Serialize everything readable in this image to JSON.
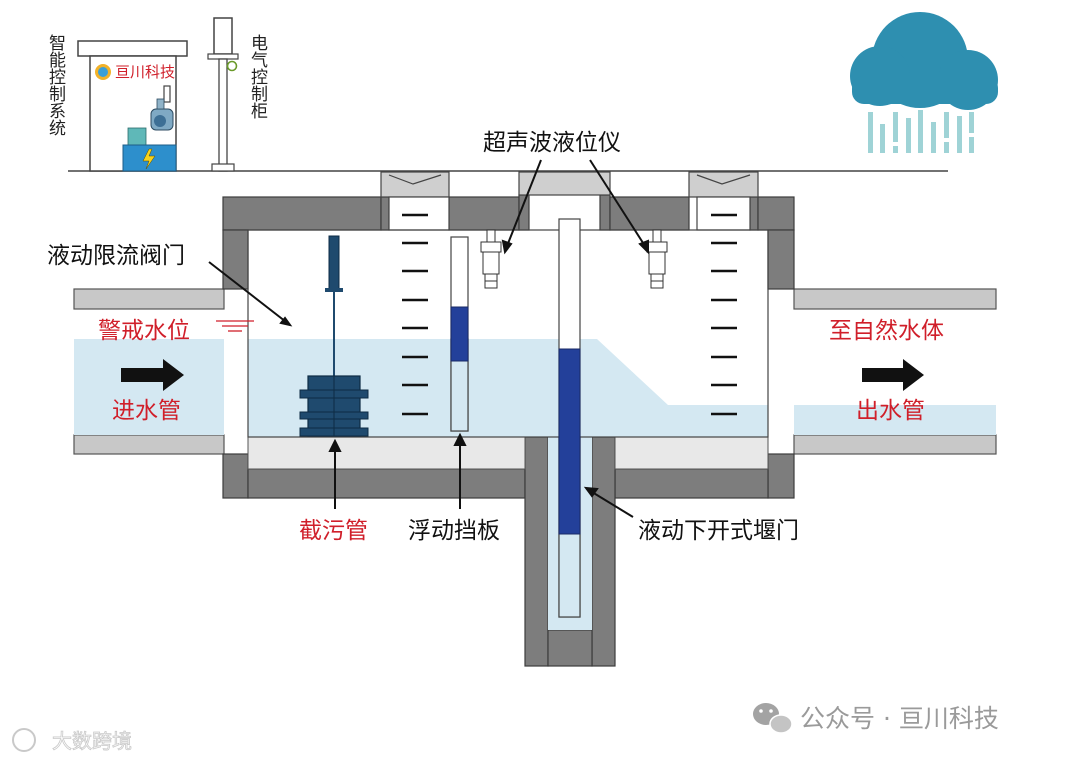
{
  "labels": {
    "smart_control": "智能控制系统",
    "electric_cabinet": "电气控制柜",
    "logo_text": "亘川科技",
    "ultrasonic": "超声波液位仪",
    "valve": "液动限流阀门",
    "warning_level": "警戒水位",
    "inlet": "进水管",
    "to_nature": "至自然水体",
    "outlet": "出水管",
    "interceptor": "截污管",
    "float_baffle": "浮动挡板",
    "weir_gate": "液动下开式堰门"
  },
  "footer": {
    "wechat": "公众号 · 亘川科技",
    "watermark": "大数跨境"
  },
  "colors": {
    "concrete": "#7d7d7d",
    "pipe": "#c8c8c8",
    "water": "#d4e8f2",
    "gate_blue": "#23409a",
    "valve_blue": "#1f4a6e",
    "cloud": "#2e8fb0",
    "rain": "#9fd3d6",
    "label_red": "#d01f2a"
  }
}
